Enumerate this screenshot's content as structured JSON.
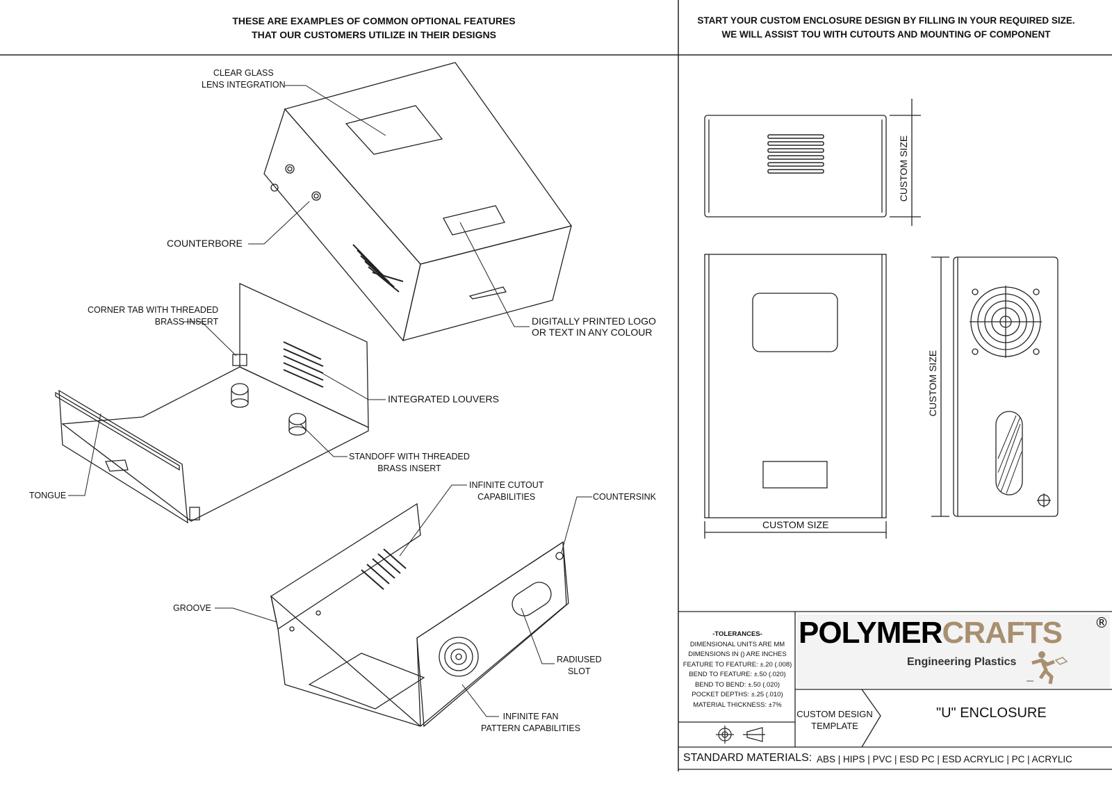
{
  "header": {
    "left_line1": "THESE ARE EXAMPLES OF COMMON OPTIONAL FEATURES",
    "left_line2": "THAT OUR CUSTOMERS UTILIZE IN THEIR DESIGNS",
    "right_line1": "START YOUR CUSTOM ENCLOSURE DESIGN BY FILLING IN YOUR REQUIRED SIZE.",
    "right_line2": "WE WILL ASSIST TOU WITH CUTOUTS AND MOUNTING OF COMPONENT"
  },
  "callouts": {
    "lens": [
      "CLEAR GLASS",
      "LENS INTEGRATION"
    ],
    "counterbore": "COUNTERBORE",
    "corner_tab": [
      "CORNER TAB WITH THREADED",
      "BRASS INSERT"
    ],
    "louvers": "INTEGRATED LOUVERS",
    "logo": [
      "DIGITALLY PRINTED LOGO",
      "OR TEXT IN ANY COLOUR"
    ],
    "standoff": [
      "STANDOFF WITH THREADED",
      "BRASS INSERT"
    ],
    "tongue": "TONGUE",
    "cutout": [
      "INFINITE CUTOUT",
      "CAPABILITIES"
    ],
    "countersink": "COUNTERSINK",
    "groove": "GROOVE",
    "slot": [
      "RADIUSED",
      "SLOT"
    ],
    "fan": [
      "INFINITE FAN",
      "PATTERN CAPABILITIES"
    ]
  },
  "dimensions": {
    "top_height": "CUSTOM SIZE",
    "front_width": "CUSTOM SIZE",
    "side_height": "CUSTOM SIZE"
  },
  "title_block": {
    "tolerances_title": "-TOLERANCES-",
    "tolerances": [
      "DIMENSIONAL UNITS ARE MM",
      "DIMENSIONS IN () ARE INCHES",
      "FEATURE TO FEATURE: ±.20 (.008)",
      "BEND TO FEATURE: ±.50 (.020)",
      "BEND TO BEND: ±.50 (.020)",
      "POCKET DEPTHS: ±.25 (.010)",
      "MATERIAL THICKNESS: ±7%"
    ],
    "logo_black": "POLYMER",
    "logo_gold": "CRAFTS",
    "logo_reg": "®",
    "logo_sub": "Engineering Plastics",
    "template_line1": "CUSTOM DESIGN",
    "template_line2": "TEMPLATE",
    "part_name": "\"U\" ENCLOSURE",
    "materials_label": "STANDARD MATERIALS:",
    "materials": "ABS | HIPS | PVC | ESD PC | ESD ACRYLIC | PC  | ACRYLIC"
  },
  "colors": {
    "logo_gold": "#a88f6f",
    "line": "#222222"
  }
}
